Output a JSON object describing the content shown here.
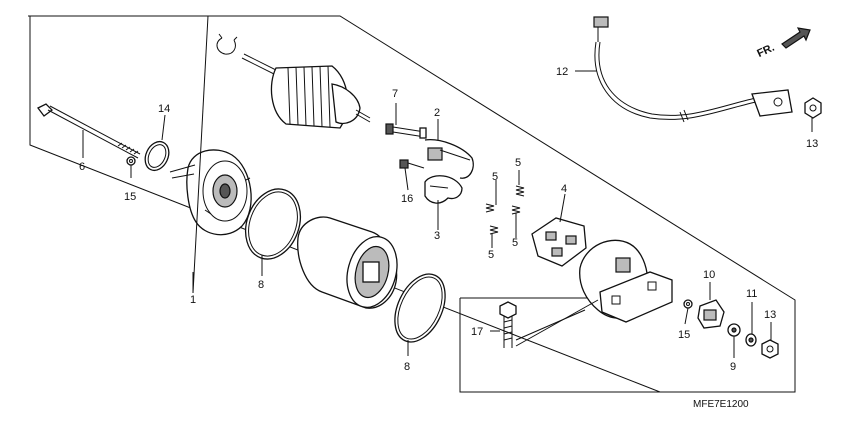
{
  "diagram": {
    "diagram_code": "MFE7E1200",
    "direction_marker": "FR.",
    "callouts": [
      {
        "key": "p1",
        "number": "1"
      },
      {
        "key": "p2",
        "number": "2"
      },
      {
        "key": "p3",
        "number": "3"
      },
      {
        "key": "p4",
        "number": "4"
      },
      {
        "key": "p5a",
        "number": "5"
      },
      {
        "key": "p5b",
        "number": "5"
      },
      {
        "key": "p5c",
        "number": "5"
      },
      {
        "key": "p5d",
        "number": "5"
      },
      {
        "key": "p6",
        "number": "6"
      },
      {
        "key": "p7",
        "number": "7"
      },
      {
        "key": "p8a",
        "number": "8"
      },
      {
        "key": "p8b",
        "number": "8"
      },
      {
        "key": "p9",
        "number": "9"
      },
      {
        "key": "p10",
        "number": "10"
      },
      {
        "key": "p11",
        "number": "11"
      },
      {
        "key": "p12",
        "number": "12"
      },
      {
        "key": "p13a",
        "number": "13"
      },
      {
        "key": "p13b",
        "number": "13"
      },
      {
        "key": "p14",
        "number": "14"
      },
      {
        "key": "p15a",
        "number": "15"
      },
      {
        "key": "p15b",
        "number": "15"
      },
      {
        "key": "p16",
        "number": "16"
      },
      {
        "key": "p17",
        "number": "17"
      }
    ]
  }
}
